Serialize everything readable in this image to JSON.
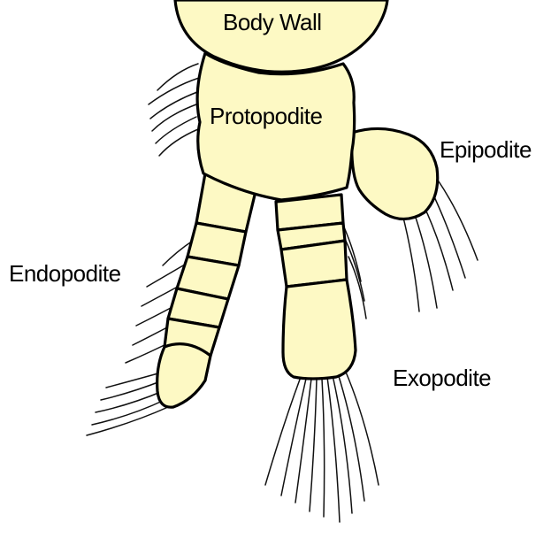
{
  "colors": {
    "appendage_fill": "#fdf9c4",
    "outline": "#000000"
  },
  "labels": {
    "body_wall": "Body Wall",
    "protopodite": "Protopodite",
    "epipodite": "Epipodite",
    "endopodite": "Endopodite",
    "exopodite": "Exopodite"
  }
}
